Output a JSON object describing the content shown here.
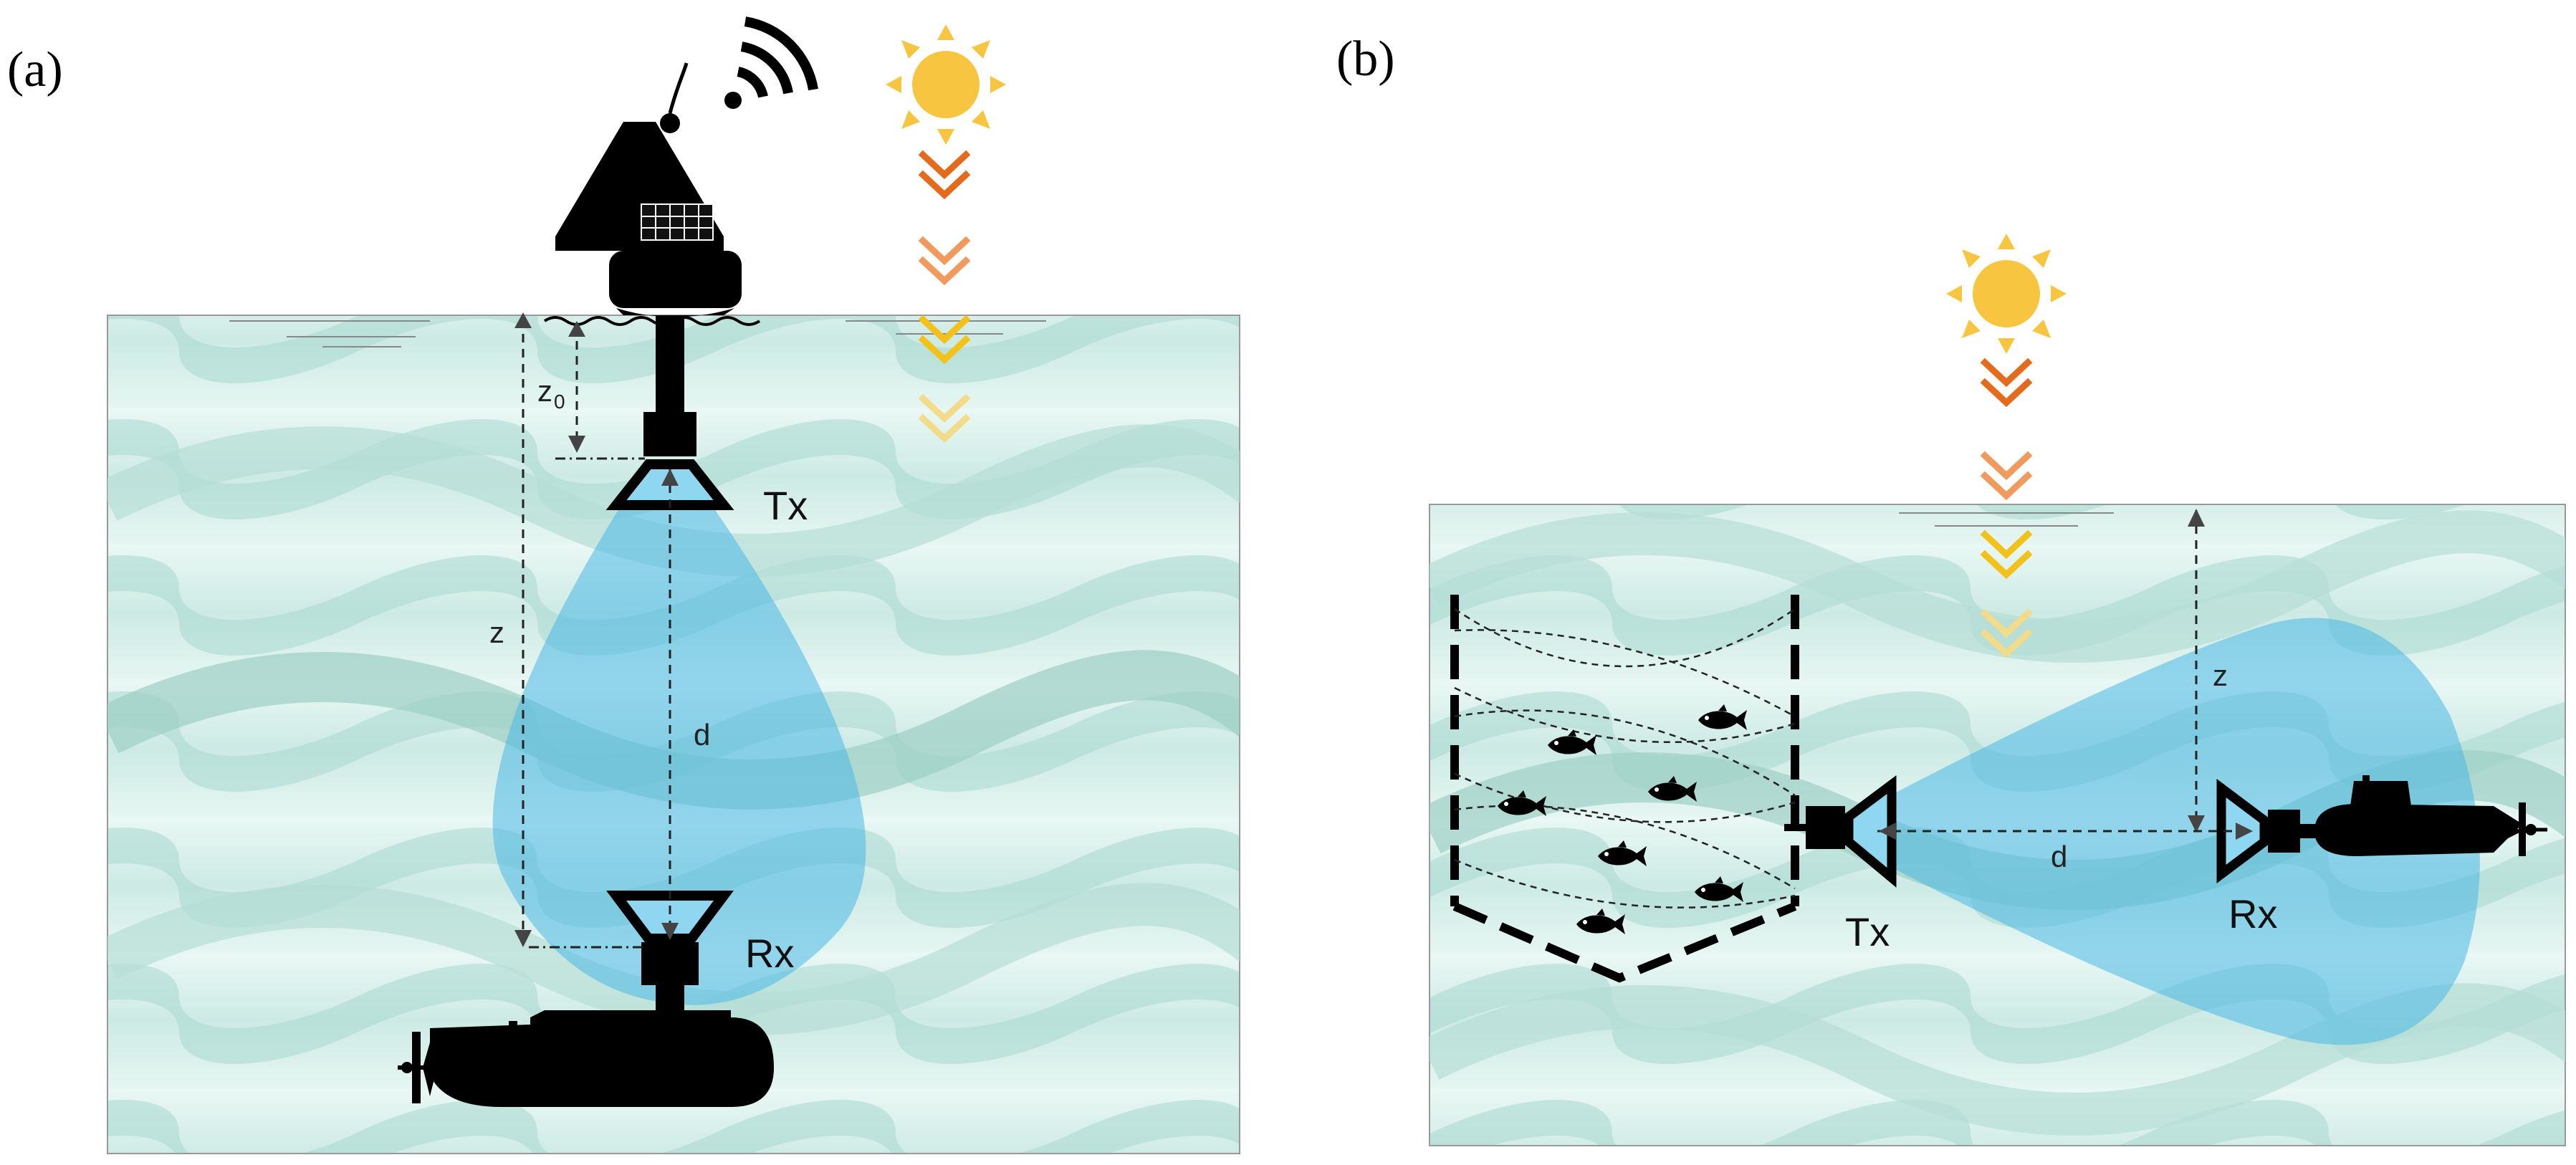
{
  "panels": [
    {
      "id": "a",
      "label": "(a)",
      "tx_label": "Tx",
      "rx_label": "Rx",
      "dimension_labels": {
        "z": "z",
        "z0_main": "z",
        "z0_sub": "0",
        "d": "d"
      }
    },
    {
      "id": "b",
      "label": "(b)",
      "tx_label": "Tx",
      "rx_label": "Rx",
      "dimension_labels": {
        "z": "z",
        "d": "d"
      }
    }
  ],
  "colors": {
    "water_light": "#e4f6f3",
    "water_mid": "#bfe3dc",
    "water_dark": "#8fc9bf",
    "beam": "#5cc2e8",
    "sun": "#f7c540",
    "chevron_orange_dark": "#e46a1c",
    "chevron_orange_light": "#f29a5e",
    "chevron_yellow": "#f2c21a",
    "chevron_pale": "#f2dc8a"
  },
  "icons": [
    "sun-icon",
    "wifi-icon",
    "buoy-icon",
    "submarine-icon",
    "fish-icon",
    "chevron-down-icon"
  ]
}
